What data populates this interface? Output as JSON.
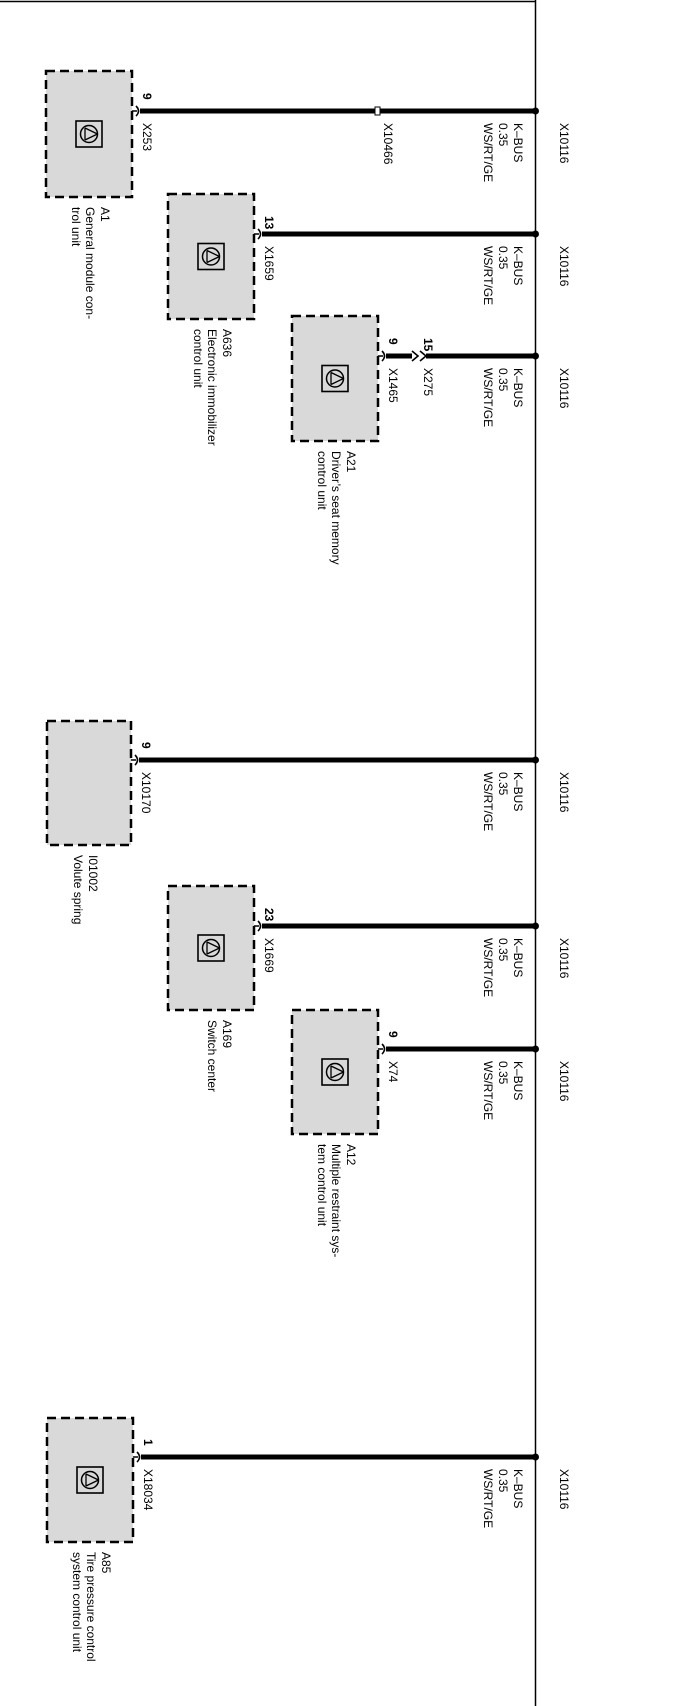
{
  "bus": {
    "connector": "X10116"
  },
  "splice": {
    "label": "X10466"
  },
  "wire_spec": {
    "name": "K–BUS",
    "gauge": "0.35",
    "color": "WS/RT/GE"
  },
  "modules": [
    {
      "id": "A1",
      "name": [
        "General module con-",
        "trol unit"
      ],
      "connector": "X253",
      "pin": "9",
      "has_icon": true,
      "via_splice": true,
      "extra_pin": null,
      "extra_connector": null
    },
    {
      "id": "A636",
      "name": [
        "Electronic immobilizer",
        "control unit"
      ],
      "connector": "X1659",
      "pin": "13",
      "has_icon": true,
      "via_splice": false,
      "extra_pin": null,
      "extra_connector": null
    },
    {
      "id": "A21",
      "name": [
        "Driver’s seat memory",
        "control unit"
      ],
      "connector": "X1465",
      "pin": "9",
      "has_icon": true,
      "via_splice": false,
      "extra_pin": "15",
      "extra_connector": "X275"
    },
    {
      "id": "I01002",
      "name": [
        "Volute spring"
      ],
      "connector": "X10170",
      "pin": "9",
      "has_icon": false,
      "via_splice": false,
      "extra_pin": null,
      "extra_connector": null
    },
    {
      "id": "A169",
      "name": [
        "Switch center"
      ],
      "connector": "X1669",
      "pin": "23",
      "has_icon": true,
      "via_splice": false,
      "extra_pin": null,
      "extra_connector": null
    },
    {
      "id": "A12",
      "name": [
        "Multiple restraint sys-",
        "tem control unit"
      ],
      "connector": "X74",
      "pin": "9",
      "has_icon": true,
      "via_splice": false,
      "extra_pin": null,
      "extra_connector": null
    },
    {
      "id": "A85",
      "name": [
        "Tire pressure control",
        "system control unit"
      ],
      "connector": "X18034",
      "pin": "1",
      "has_icon": true,
      "via_splice": false,
      "extra_pin": null,
      "extra_connector": null
    }
  ]
}
